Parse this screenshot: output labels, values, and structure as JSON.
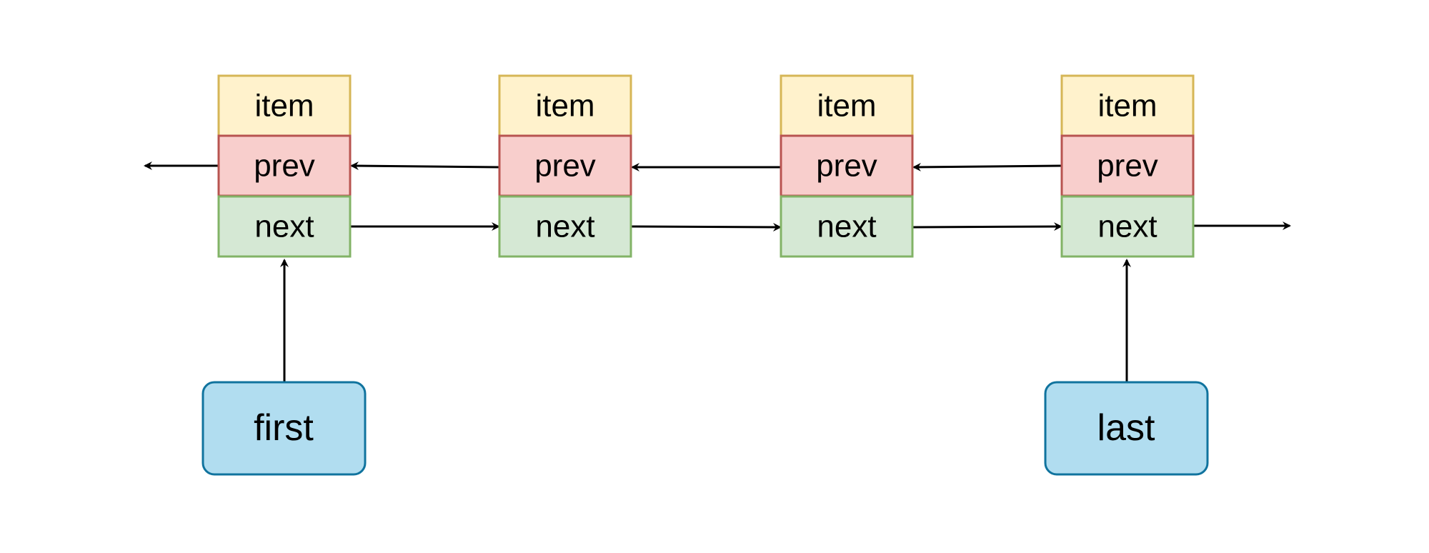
{
  "nodes": [
    {
      "item": "item",
      "prev": "prev",
      "next": "next"
    },
    {
      "item": "item",
      "prev": "prev",
      "next": "next"
    },
    {
      "item": "item",
      "prev": "prev",
      "next": "next"
    },
    {
      "item": "item",
      "prev": "prev",
      "next": "next"
    }
  ],
  "pointers": {
    "first": "first",
    "last": "last"
  },
  "colors": {
    "item_fill": "#fff2cc",
    "item_stroke": "#d6b656",
    "prev_fill": "#f8cecc",
    "prev_stroke": "#b85450",
    "next_fill": "#d5e8d4",
    "next_stroke": "#82b366",
    "pointer_fill": "#b1ddf0",
    "pointer_stroke": "#10739e",
    "arrow": "#000000"
  }
}
